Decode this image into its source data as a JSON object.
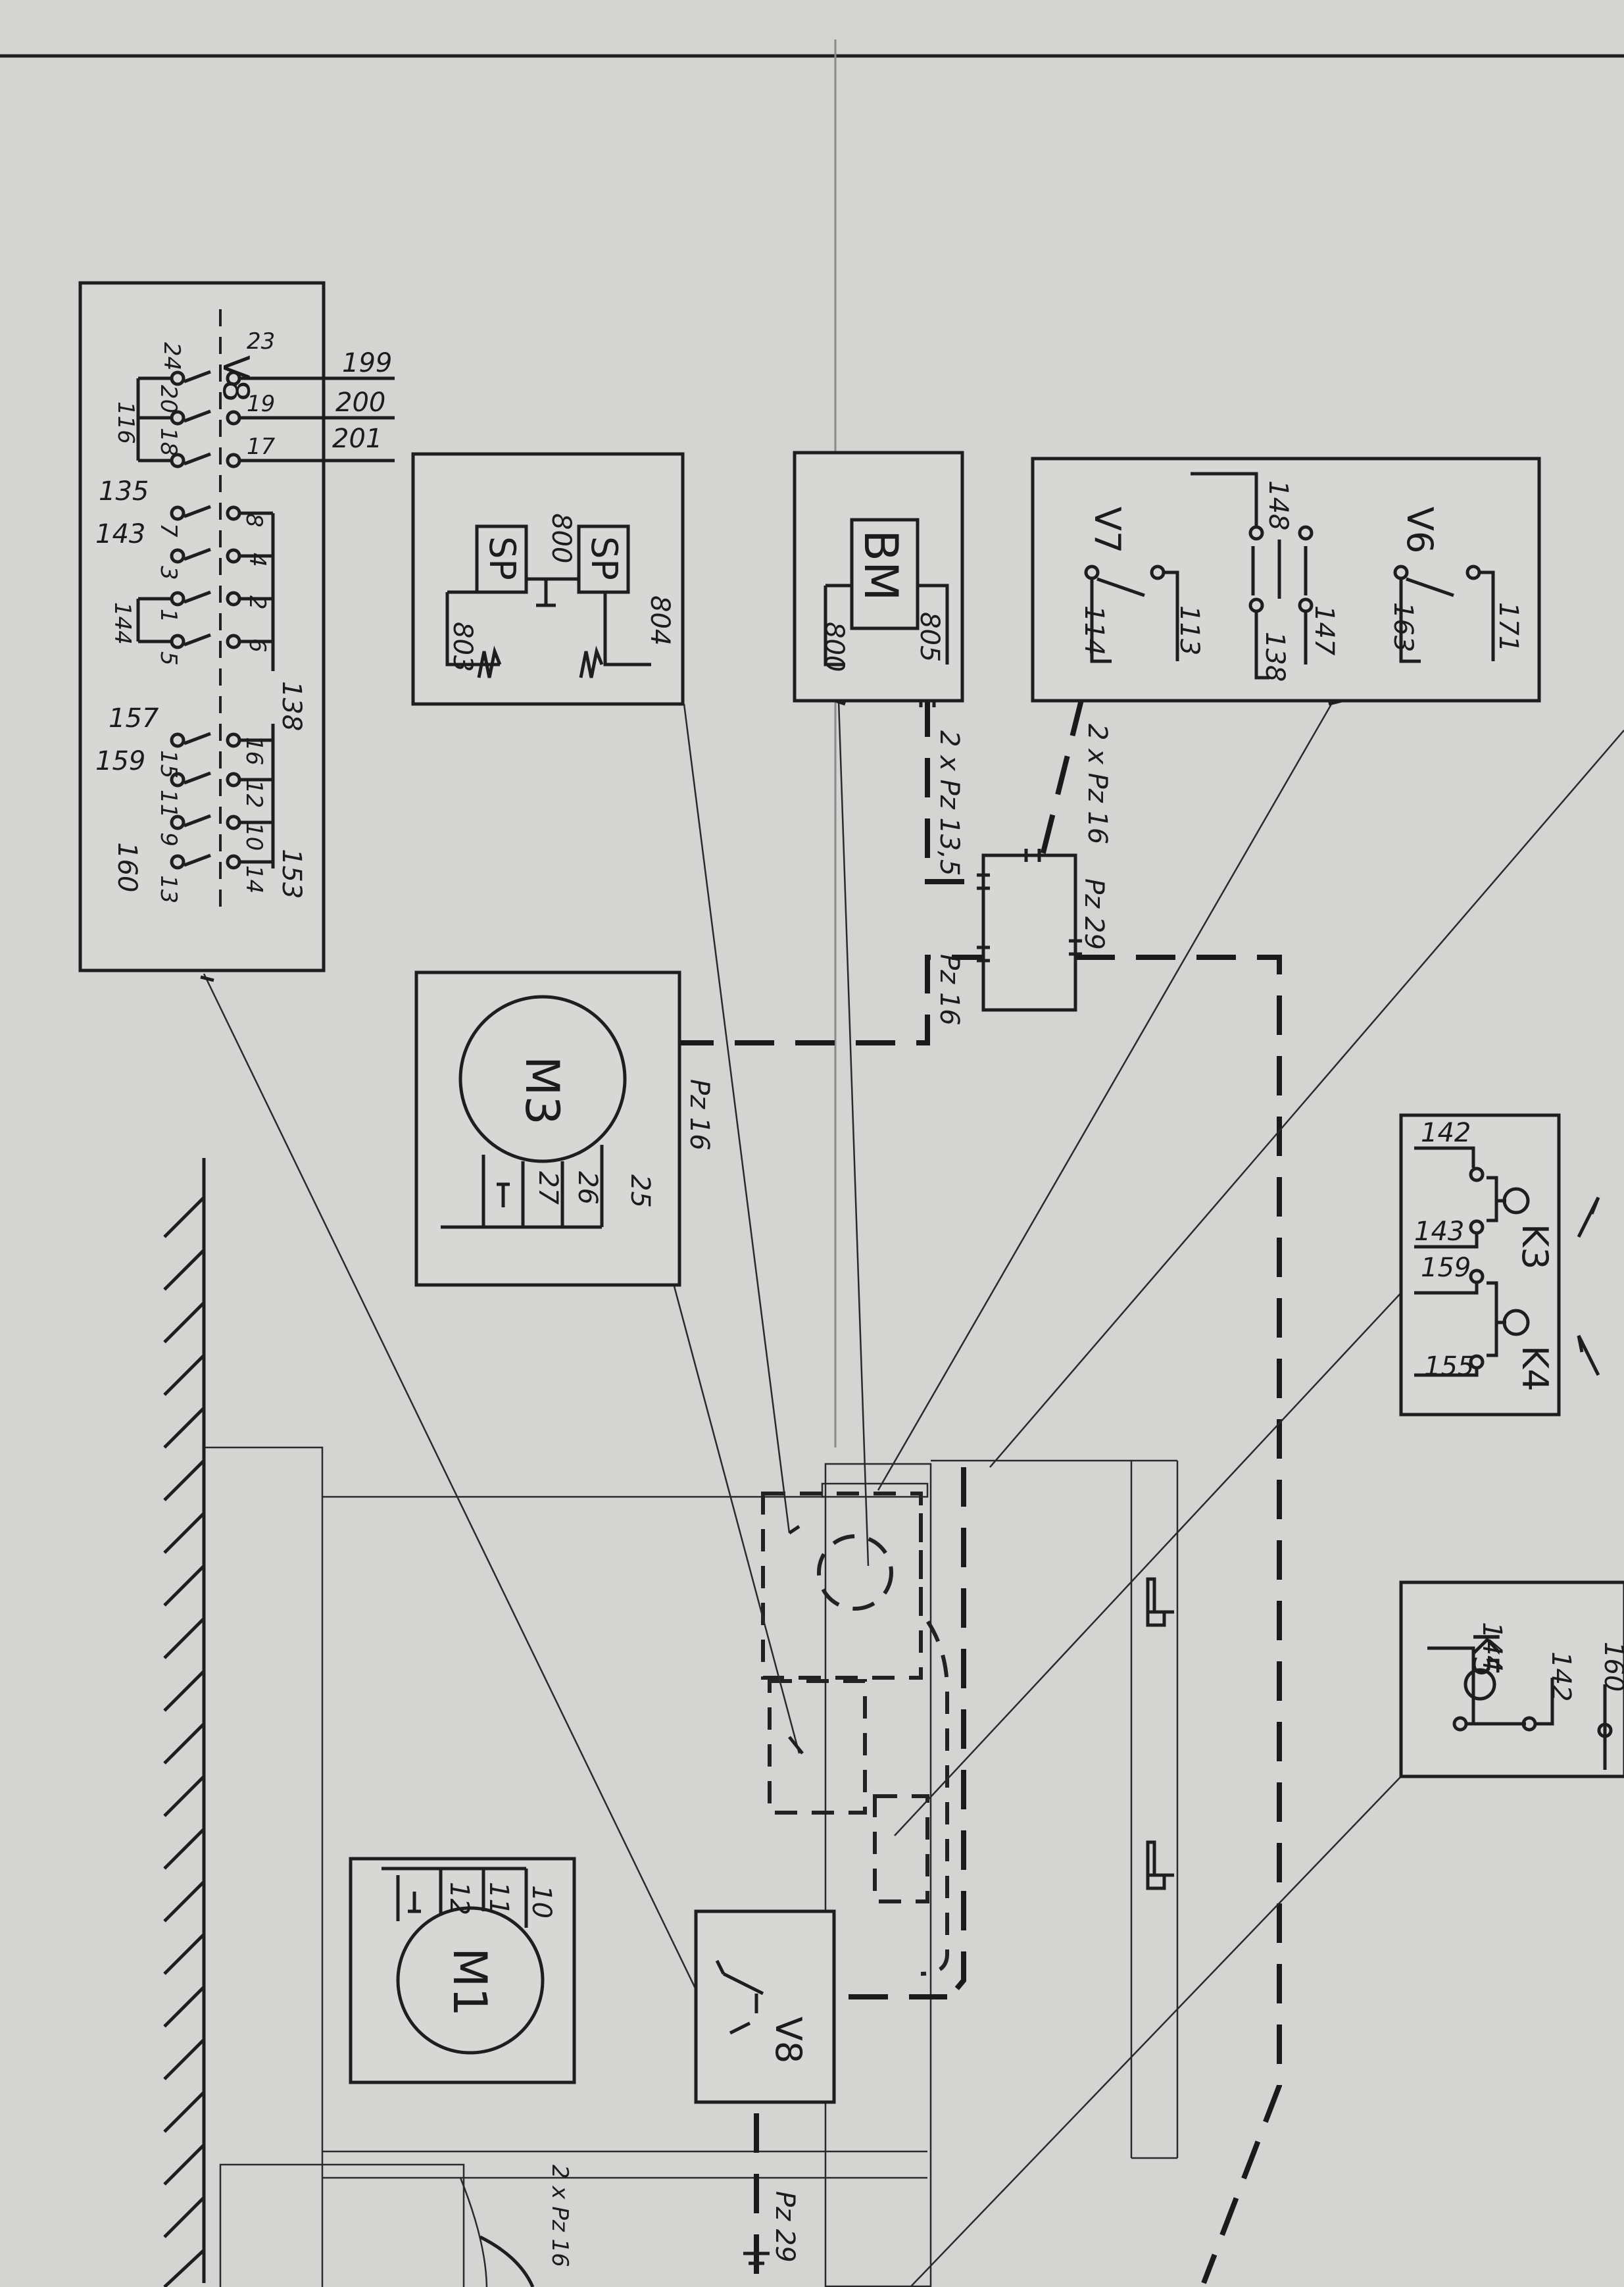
{
  "v8_panel": {
    "title": "V8",
    "terminals": [
      "24",
      "23",
      "199",
      "20",
      "19",
      "200",
      "18",
      "17",
      "201",
      "116",
      "135",
      "8",
      "143",
      "7",
      "4",
      "3",
      "2",
      "1",
      "144",
      "5",
      "6",
      "138",
      "157",
      "16",
      "159",
      "15",
      "12",
      "11",
      "10",
      "9",
      "160",
      "13",
      "14",
      "153"
    ]
  },
  "sp_panel": {
    "coil1": "SP",
    "coil2": "SP",
    "terminals": [
      "800",
      "804",
      "803"
    ]
  },
  "bm_panel": {
    "label": "BM",
    "terminals": [
      "800",
      "805"
    ]
  },
  "v7v6_panel": {
    "switch1": "V7",
    "switch2": "V6",
    "terminals": [
      "114",
      "113",
      "148",
      "147",
      "138",
      "163",
      "171"
    ]
  },
  "m3_panel": {
    "motor": "M3",
    "terminals": [
      "25",
      "26",
      "27"
    ]
  },
  "m1_panel": {
    "motor": "M1",
    "terminals": [
      "10",
      "11",
      "12"
    ]
  },
  "k3k4_panel": {
    "switch1": "K3",
    "switch2": "K4",
    "terminals": [
      "142",
      "143",
      "159",
      "155"
    ]
  },
  "k5_panel": {
    "switch": "K5",
    "terminals": [
      "144",
      "142",
      "160"
    ]
  },
  "v8_limit": {
    "label": "V8"
  },
  "cables": {
    "c1": "2 x Pz 13,5",
    "c2": "2 x Pz 16",
    "c3": "Pz 29",
    "c4": "Pz 16",
    "c5": "Pz 16",
    "c6": "Pz 29",
    "c7": "2 x Pz 16"
  },
  "colors": {
    "paper": "#d4d4d2",
    "ink": "#1e1e1e"
  }
}
